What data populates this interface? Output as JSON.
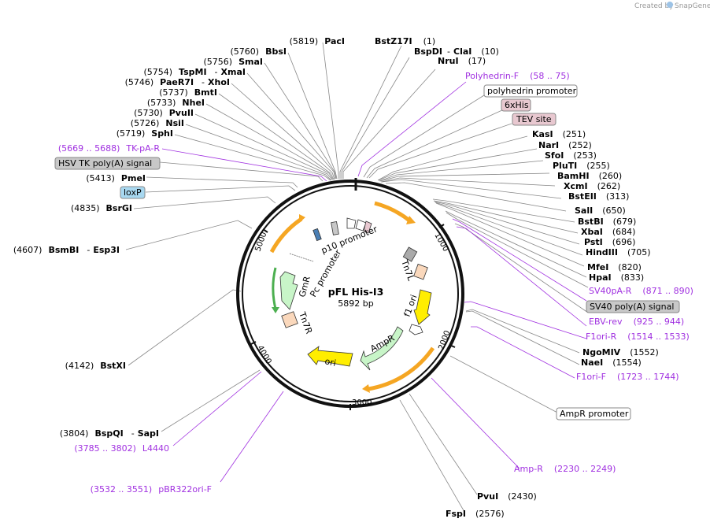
{
  "header": {
    "created_by": "Created by",
    "brand": "SnapGene"
  },
  "plasmid": {
    "name": "pFL His-I3",
    "length_label": "5892 bp"
  },
  "ticks": [
    "1000",
    "2000",
    "3000",
    "4000",
    "5000"
  ],
  "sites": [
    {
      "name": "BstZ17I",
      "pos": "(1)"
    },
    {
      "name": "BspDI",
      "pos": "(10)",
      "alt": "ClaI"
    },
    {
      "name": "NruI",
      "pos": "(17)"
    },
    {
      "name": "KasI",
      "pos": "(251)"
    },
    {
      "name": "NarI",
      "pos": "(252)"
    },
    {
      "name": "SfoI",
      "pos": "(253)"
    },
    {
      "name": "PluTI",
      "pos": "(255)"
    },
    {
      "name": "BamHI",
      "pos": "(260)"
    },
    {
      "name": "XcmI",
      "pos": "(262)"
    },
    {
      "name": "BstEII",
      "pos": "(313)"
    },
    {
      "name": "SalI",
      "pos": "(650)"
    },
    {
      "name": "BstBI",
      "pos": "(679)"
    },
    {
      "name": "XbaI",
      "pos": "(684)"
    },
    {
      "name": "PstI",
      "pos": "(696)"
    },
    {
      "name": "HindIII",
      "pos": "(705)"
    },
    {
      "name": "MfeI",
      "pos": "(820)"
    },
    {
      "name": "HpaI",
      "pos": "(833)"
    },
    {
      "name": "NgoMIV",
      "pos": "(1552)"
    },
    {
      "name": "NaeI",
      "pos": "(1554)"
    },
    {
      "name": "PvuI",
      "pos": "(2430)"
    },
    {
      "name": "FspI",
      "pos": "(2576)"
    },
    {
      "name": "PacI",
      "pos": "(5819)"
    },
    {
      "name": "BbsI",
      "pos": "(5760)"
    },
    {
      "name": "SmaI",
      "pos": "(5756)"
    },
    {
      "name": "TspMI",
      "pos": "(5754)",
      "alt": "XmaI"
    },
    {
      "name": "PaeR7I",
      "pos": "(5746)",
      "alt": "XhoI"
    },
    {
      "name": "BmtI",
      "pos": "(5737)"
    },
    {
      "name": "NheI",
      "pos": "(5733)"
    },
    {
      "name": "PvuII",
      "pos": "(5730)"
    },
    {
      "name": "NsiI",
      "pos": "(5726)"
    },
    {
      "name": "SphI",
      "pos": "(5719)"
    },
    {
      "name": "PmeI",
      "pos": "(5413)"
    },
    {
      "name": "BsrGI",
      "pos": "(4835)"
    },
    {
      "name": "BsmBI",
      "pos": "(4607)",
      "alt": "Esp3I"
    },
    {
      "name": "BstXI",
      "pos": "(4142)"
    },
    {
      "name": "BspQI",
      "pos": "(3804)",
      "alt": "SapI"
    }
  ],
  "primers": [
    {
      "name": "Polyhedrin-F",
      "range": "(58 .. 75)"
    },
    {
      "name": "SV40pA-R",
      "range": "(871 .. 890)"
    },
    {
      "name": "EBV-rev",
      "range": "(925 .. 944)"
    },
    {
      "name": "F1ori-R",
      "range": "(1514 .. 1533)"
    },
    {
      "name": "F1ori-F",
      "range": "(1723 .. 1744)"
    },
    {
      "name": "Amp-R",
      "range": "(2230 .. 2249)"
    },
    {
      "name": "TK-pA-R",
      "range": "(5669 .. 5688)"
    },
    {
      "name": "L4440",
      "range": "(3785 .. 3802)"
    },
    {
      "name": "pBR322ori-F",
      "range": "(3532 .. 3551)"
    }
  ],
  "boxed_features": [
    {
      "name": "polyhedrin promoter",
      "color": "#ffffff"
    },
    {
      "name": "6xHis",
      "color": "#e8c8d0"
    },
    {
      "name": "TEV site",
      "color": "#e8c8d0"
    },
    {
      "name": "SV40 poly(A) signal",
      "color": "#c8c8c8"
    },
    {
      "name": "AmpR promoter",
      "color": "#ffffff"
    },
    {
      "name": "HSV TK poly(A) signal",
      "color": "#c8c8c8"
    },
    {
      "name": "loxP",
      "color": "#a8d8f0"
    }
  ],
  "map_features": [
    {
      "name": "p10 promoter"
    },
    {
      "name": "Tn7L"
    },
    {
      "name": "f1 ori"
    },
    {
      "name": "AmpR"
    },
    {
      "name": "ori"
    },
    {
      "name": "Tn7R"
    },
    {
      "name": "GmR"
    },
    {
      "name": "Pc promoter"
    }
  ],
  "colors": {
    "primer": "#a030e0",
    "orf": "#f5a623",
    "ori": "#ffee00",
    "amp": "#c8f5c8",
    "gmr": "#c8f5c8",
    "tn7": "#fad8bc"
  }
}
